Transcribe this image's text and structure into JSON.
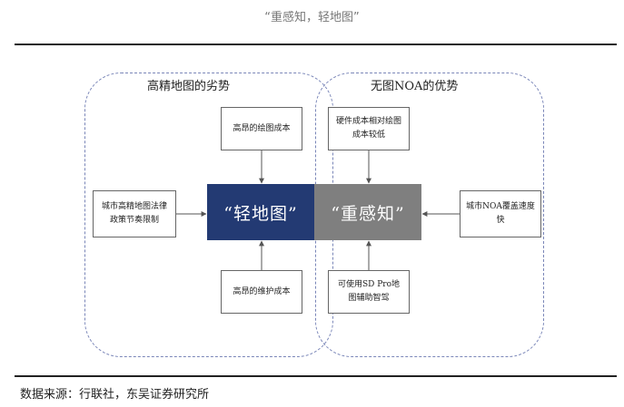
{
  "caption": "“重感知，轻地图”",
  "source": "数据来源：行联社，东吴证券研究所",
  "left_region": {
    "title": "高精地图的劣势",
    "top_box": "高昂的绘图成本",
    "side_box": "城市高精地图法律政策节奏限制",
    "bottom_box": "高昂的维护成本",
    "center": "“轻地图”"
  },
  "right_region": {
    "title": "无图NOA的优势",
    "top_box": "硬件成本相对绘图成本较低",
    "side_box": "城市NOA覆盖速度快",
    "bottom_box": "可使用SD Pro地图辅助智驾",
    "center": "“重感知”"
  },
  "colors": {
    "left_center": "#233a73",
    "right_center": "#7f7f7f",
    "region_border": "#7a86b8",
    "arrow": "#555555"
  }
}
